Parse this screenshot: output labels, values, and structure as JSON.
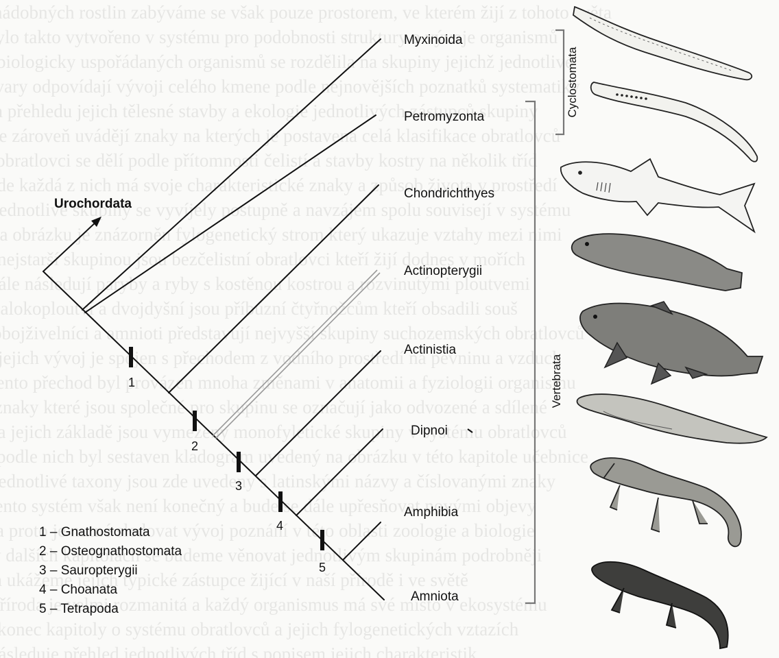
{
  "root": {
    "label": "Urochordata"
  },
  "taxa": [
    {
      "label": "Myxinoida"
    },
    {
      "label": "Petromyzonta"
    },
    {
      "label": "Chondrichthyes"
    },
    {
      "label": "Actinopterygii"
    },
    {
      "label": "Actinistia"
    },
    {
      "label": "Dipnoi"
    },
    {
      "label": "Amphibia"
    },
    {
      "label": "Amniota"
    }
  ],
  "nodes": [
    {
      "number": "1",
      "name": "Gnathostomata"
    },
    {
      "number": "2",
      "name": "Osteognathostomata"
    },
    {
      "number": "3",
      "name": "Sauropterygii"
    },
    {
      "number": "4",
      "name": "Choanata"
    },
    {
      "number": "5",
      "name": "Tetrapoda"
    }
  ],
  "legend": [
    "1 – Gnathostomata",
    "2 – Osteognathostomata",
    "3 – Sauropterygii",
    "4 – Choanata",
    "5 – Tetrapoda"
  ],
  "groups": {
    "cyclostomata": "Cyclostomata",
    "vertebrata": "Vertebrata"
  },
  "animals": [
    {
      "icon": "hagfish-icon"
    },
    {
      "icon": "lamprey-icon"
    },
    {
      "icon": "shark-icon"
    },
    {
      "icon": "ray-finned-fish-icon"
    },
    {
      "icon": "coelacanth-icon"
    },
    {
      "icon": "lungfish-icon"
    },
    {
      "icon": "salamander-icon"
    },
    {
      "icon": "tuatara-icon"
    }
  ],
  "colors": {
    "line": "#111111",
    "background": "#fafaf8",
    "bracket": "#777777"
  }
}
